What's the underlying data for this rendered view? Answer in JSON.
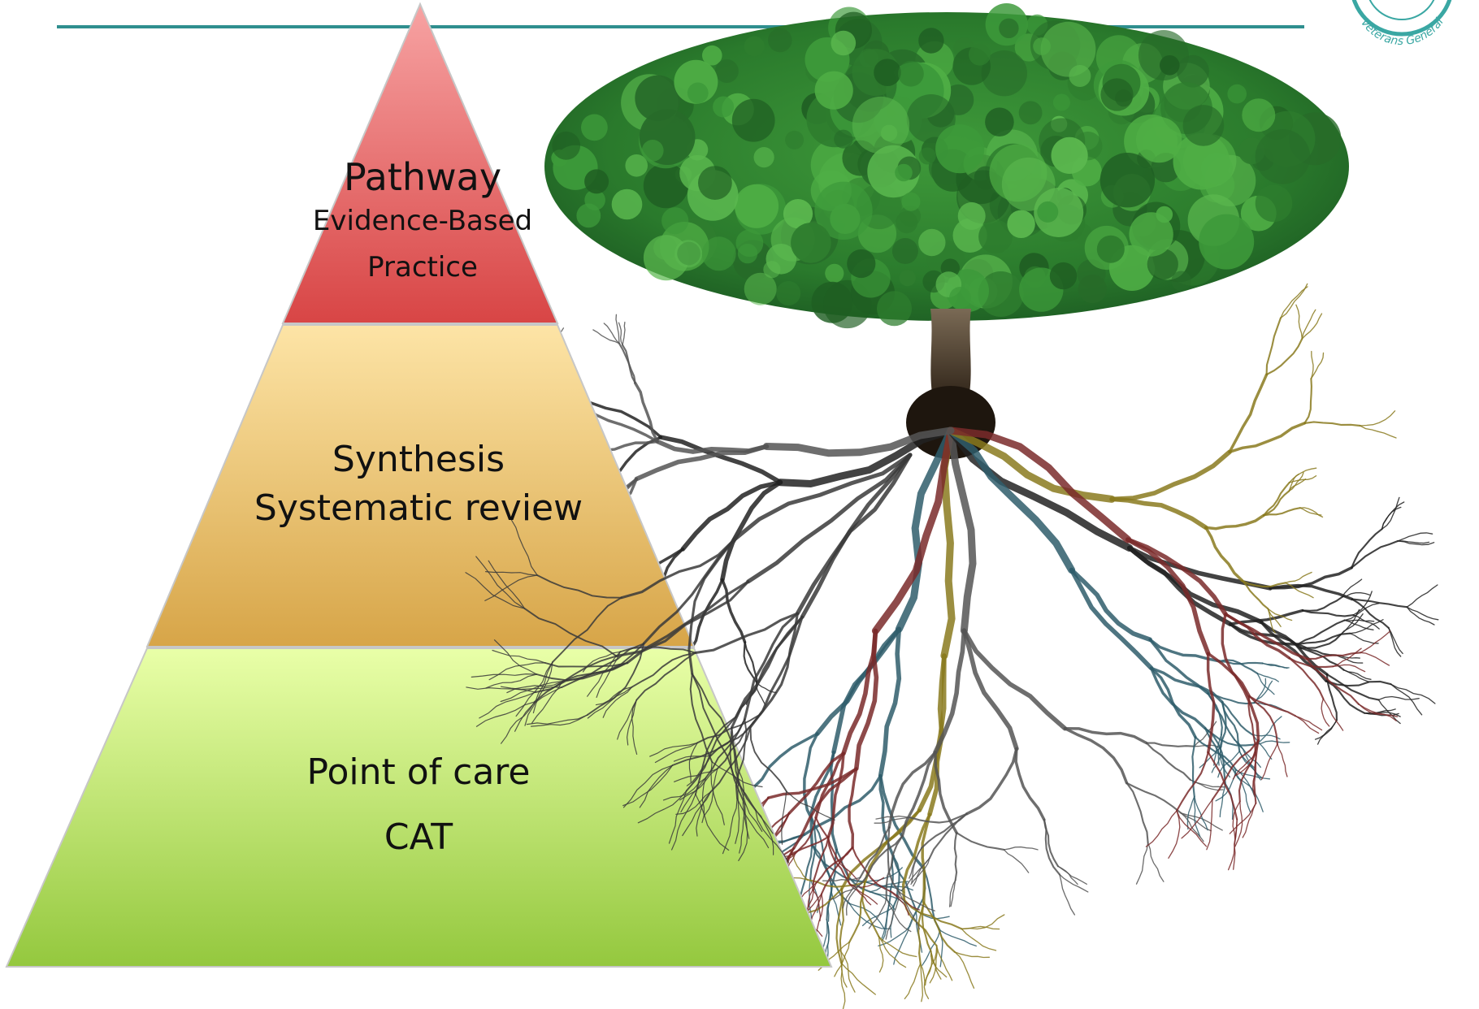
{
  "pyramid": {
    "tiers": [
      {
        "title": "Pathway",
        "subtitle_lines": [
          "Evidence-Based",
          "Practice"
        ],
        "color_top": "#f7a3a3",
        "color_bottom": "#d84545"
      },
      {
        "title": "Synthesis",
        "subtitle_lines": [
          "Systematic review"
        ],
        "color_top": "#fde4a6",
        "color_bottom": "#d7a548"
      },
      {
        "title": "Point of care",
        "subtitle_lines": [
          "CAT"
        ],
        "color_top": "#e9ffa8",
        "color_bottom": "#94c83e"
      }
    ]
  },
  "logo": {
    "text": "Veterans General",
    "color": "#3aa7a3"
  },
  "header": {
    "rule_color": "#2f8f8f"
  },
  "tree": {
    "canopy_color": "#2e7d2e",
    "root_colors": [
      "#222222",
      "#2f5d6b",
      "#8a7a1e",
      "#7a2a2a",
      "#555555"
    ]
  }
}
